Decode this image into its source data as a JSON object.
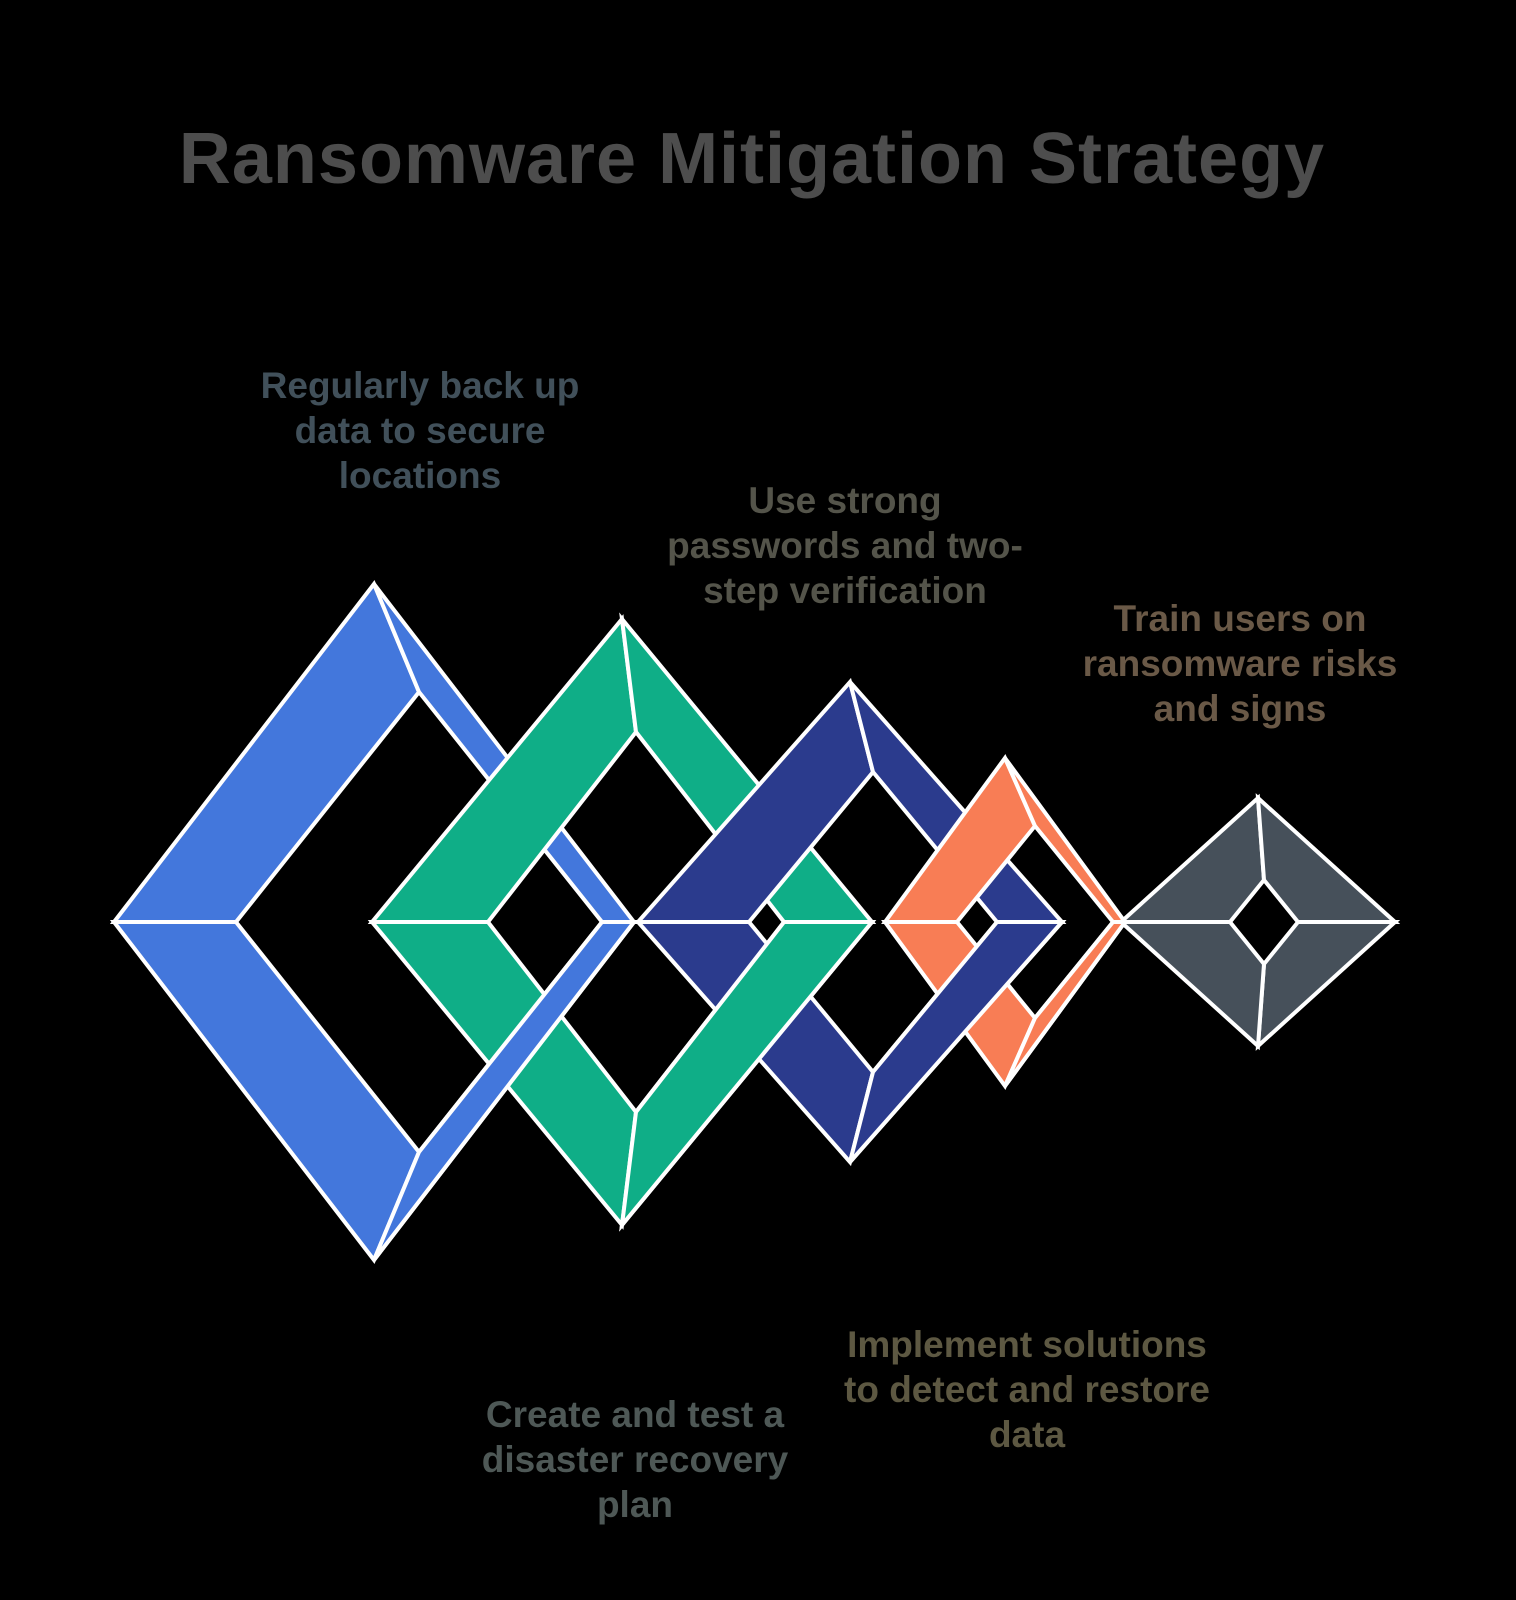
{
  "title": {
    "text": "Ransomware Mitigation Strategy",
    "color": "#4d4d4d"
  },
  "background_color": "#000000",
  "diagram": {
    "type": "interlocking-chain-links",
    "link_count": 5,
    "seam_color": "#ffffff"
  },
  "steps": [
    {
      "id": "backup",
      "lines": [
        "Regularly back up",
        "data to secure",
        "locations"
      ],
      "full_text": "Regularly back up data to secure locations",
      "link_color": "#4377DC",
      "label_color": "#41505a",
      "label_position": "top"
    },
    {
      "id": "recovery-plan",
      "lines": [
        "Create and test a",
        "disaster recovery",
        "plan"
      ],
      "full_text": "Create and test a disaster recovery plan",
      "link_color": "#0FAE87",
      "label_color": "#4e5856",
      "label_position": "bottom"
    },
    {
      "id": "passwords",
      "lines": [
        "Use strong",
        "passwords and two-",
        "step verification"
      ],
      "full_text": "Use strong passwords and two-step verification",
      "link_color": "#2B3B8D",
      "label_color": "#54544a",
      "label_position": "top"
    },
    {
      "id": "detection",
      "lines": [
        "Implement solutions",
        "to detect and restore",
        "data"
      ],
      "full_text": "Implement solutions to detect and restore data",
      "link_color": "#F87D55",
      "label_color": "#5d5842",
      "label_position": "bottom"
    },
    {
      "id": "training",
      "lines": [
        "Train users on",
        "ransomware risks",
        "and signs"
      ],
      "full_text": "Train users on ransomware risks and signs",
      "link_color": "#46505A",
      "label_color": "#6a5947",
      "label_position": "top"
    }
  ]
}
